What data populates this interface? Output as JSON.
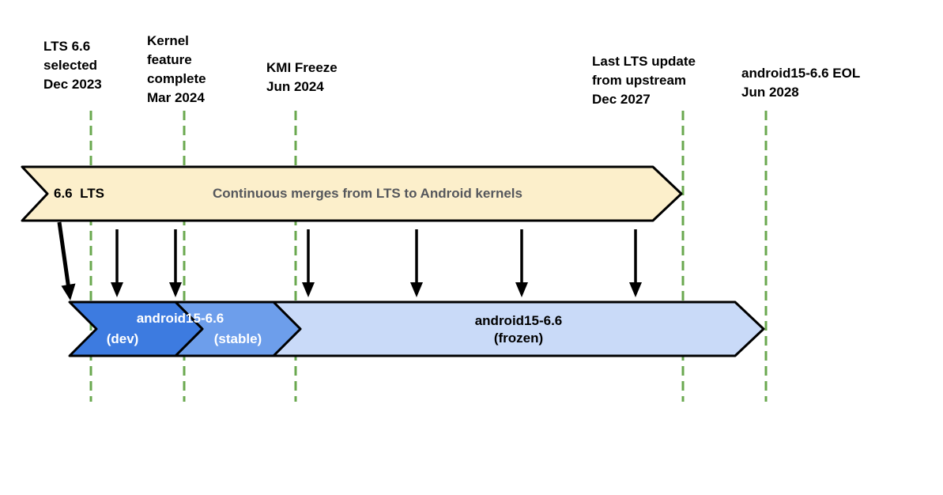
{
  "colors": {
    "milestone_line_green": "#6AA84F",
    "lts_banner_yellow": "#FCEFCB",
    "dev_blue": "#3D7BE0",
    "stable_blue": "#6D9EEB",
    "frozen_blue": "#C9DAF8",
    "outline_black": "#000000",
    "arrow_black": "#000000",
    "muted_text_gray": "#55575C"
  },
  "milestones": [
    {
      "label": "LTS 6.6\nselected\nDec 2023"
    },
    {
      "label": "Kernel\nfeature\ncomplete\nMar 2024"
    },
    {
      "label": "KMI Freeze\nJun 2024"
    },
    {
      "label": "Last LTS update\nfrom upstream\nDec 2027"
    },
    {
      "label": "android15-6.6 EOL\nJun 2028"
    }
  ],
  "lts_banner": {
    "version": "6.6  LTS",
    "description": "Continuous merges from LTS to Android kernels"
  },
  "android_banner": {
    "title": "android15-6.6",
    "dev": "(dev)",
    "stable": "(stable)",
    "frozen": "android15-6.6\n(frozen)"
  }
}
